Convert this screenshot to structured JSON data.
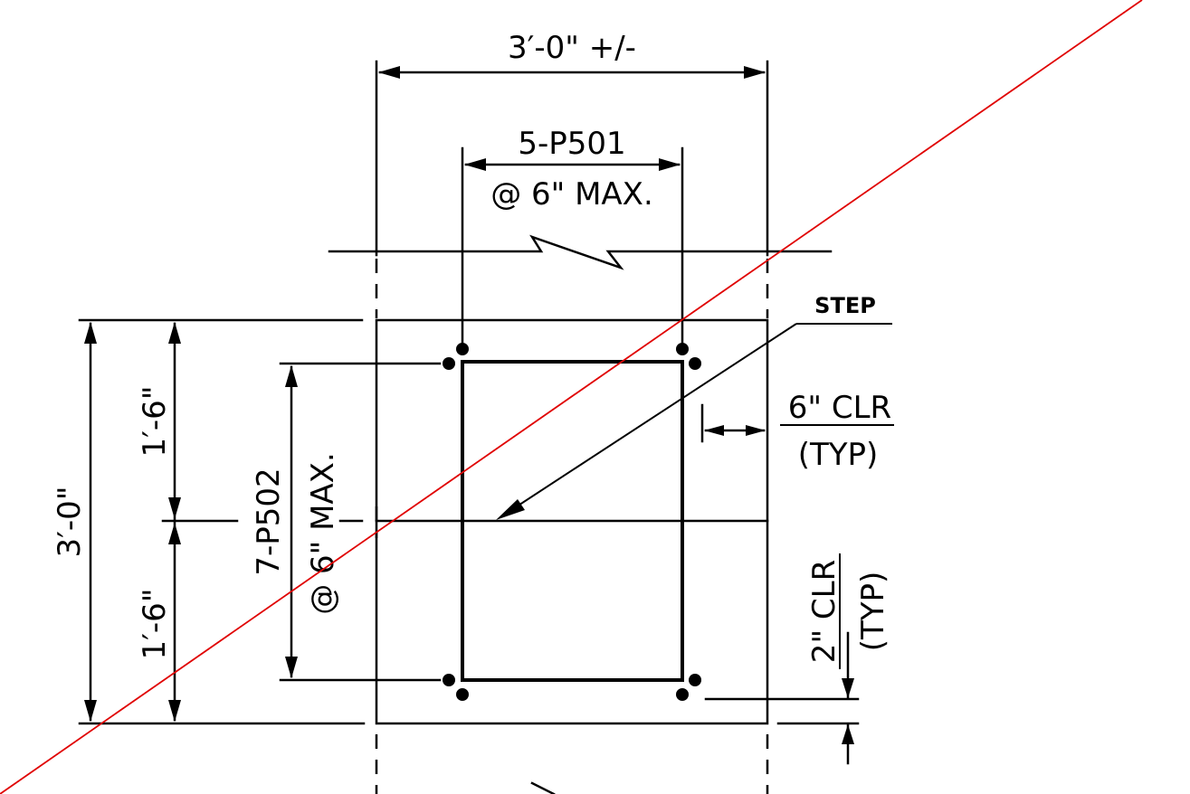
{
  "labels": {
    "overall_width": "3′-0\" +/-",
    "bar_spacing_top_count": "5-P501",
    "bar_spacing_top_max": "@ 6\" MAX.",
    "overall_height": "3′-0\"",
    "half_height_upper": "1′-6\"",
    "half_height_lower": "1′-6\"",
    "bar_spacing_side_count": "7-P502",
    "bar_spacing_side_max": "@ 6\" MAX.",
    "step_note": "STEP",
    "side_clearance": "6\" CLR",
    "side_clearance_typ": "(TYP)",
    "bottom_clearance": "2\" CLR",
    "bottom_clearance_typ": "(TYP)"
  },
  "colors": {
    "linework": "#000000",
    "markup_line": "#e00000",
    "background": "#ffffff"
  }
}
